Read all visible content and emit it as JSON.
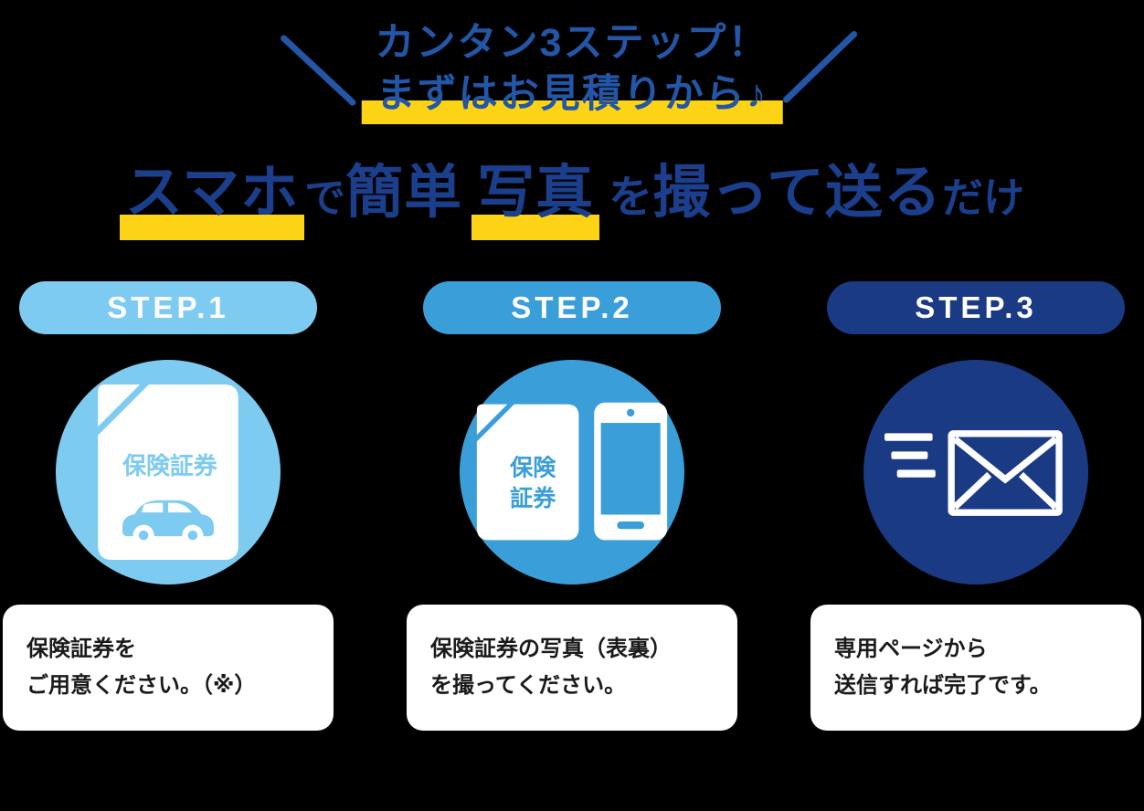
{
  "colors": {
    "background": "#000000",
    "header_blue": "#2356A6",
    "title_navy": "#1B3F8C",
    "highlight_yellow": "#FCD415",
    "step1_blue": "#7DCBF0",
    "step2_blue": "#3A9ED9",
    "step3_navy": "#1A3A84",
    "card_bg": "#FFFFFF",
    "card_text": "#1A1A1A",
    "icon_white": "#FFFFFF"
  },
  "header": {
    "line1": "カンタン3ステップ！",
    "line2": "まずはお見積りから♪"
  },
  "title": {
    "seg1": "スマホ",
    "seg2": "で",
    "seg3": "簡単",
    "seg4": "写真",
    "seg5": "を",
    "seg6": "撮って送る",
    "seg7": "だけ"
  },
  "steps": [
    {
      "label": "STEP.1",
      "icon": "insurance-policy-car-icon",
      "doc_label": "保険証券",
      "desc_line1": "保険証券を",
      "desc_line2": "ご用意ください。（※）"
    },
    {
      "label": "STEP.2",
      "icon": "policy-photo-smartphone-icon",
      "doc_label_line1": "保険",
      "doc_label_line2": "証券",
      "desc_line1": "保険証券の写真（表裏）",
      "desc_line2": "を撮ってください。"
    },
    {
      "label": "STEP.3",
      "icon": "send-mail-icon",
      "desc_line1": "専用ページから",
      "desc_line2": "送信すれば完了です。"
    }
  ]
}
